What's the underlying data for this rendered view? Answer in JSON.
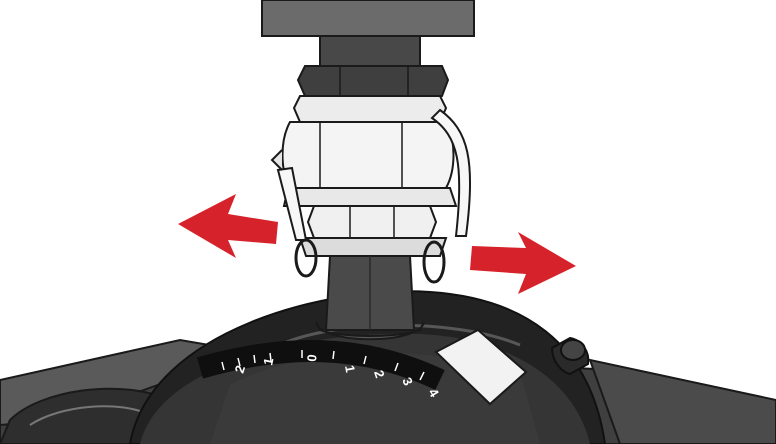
{
  "colors": {
    "arrow": "#d6232b",
    "outline": "#1a1a1a",
    "dark_body": "#4a4a4a",
    "mid_grey": "#6f6f6f",
    "dial_face": "#202020",
    "light_fitting": "#f3f3f3",
    "label_panel": "#f2f2f2"
  },
  "dial": {
    "tick_labels": [
      "2",
      "1",
      "0",
      "1",
      "2",
      "3",
      "4"
    ]
  },
  "arrows": [
    {
      "icon": "arrow-left-icon",
      "direction": "left"
    },
    {
      "icon": "arrow-right-icon",
      "direction": "right"
    }
  ]
}
